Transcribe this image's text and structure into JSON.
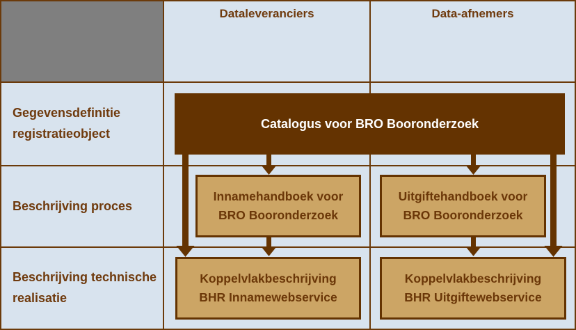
{
  "palette": {
    "background": "#d8e3ee",
    "grid_line": "#6b3a0a",
    "gray_cell": "#7f7f7f",
    "dark_brown_fill": "#643301",
    "tan_fill": "#cca565",
    "label_text": "#6f3a0d",
    "box_text": "#6b3708",
    "catalog_text": "#ffffff"
  },
  "header": {
    "columns": [
      {
        "label": "Dataleveranciers"
      },
      {
        "label": "Data-afnemers"
      }
    ]
  },
  "rows": [
    {
      "label": "Gegevensdefinitie\nregistratieobject"
    },
    {
      "label": "Beschrijving proces"
    },
    {
      "label": "Beschrijving technische\nrealisatie"
    }
  ],
  "boxes": {
    "catalog": {
      "label": "Catalogus voor BRO Booronderzoek"
    },
    "intake_handbook": {
      "label": "Innamehandboek voor\nBRO Booronderzoek"
    },
    "delivery_handbook": {
      "label": "Uitgiftehandboek voor\nBRO Booronderzoek"
    },
    "intake_interface": {
      "label": "Koppelvlakbeschrijving\nBHR Innamewebservice"
    },
    "delivery_interface": {
      "label": "Koppelvlakbeschrijving\nBHR Uitgiftewebservice"
    }
  },
  "connections": [
    {
      "from": "catalog",
      "to": "intake_interface"
    },
    {
      "from": "catalog",
      "to": "intake_handbook"
    },
    {
      "from": "intake_handbook",
      "to": "intake_interface"
    },
    {
      "from": "catalog",
      "to": "delivery_handbook"
    },
    {
      "from": "delivery_handbook",
      "to": "delivery_interface"
    },
    {
      "from": "catalog",
      "to": "delivery_interface"
    }
  ]
}
